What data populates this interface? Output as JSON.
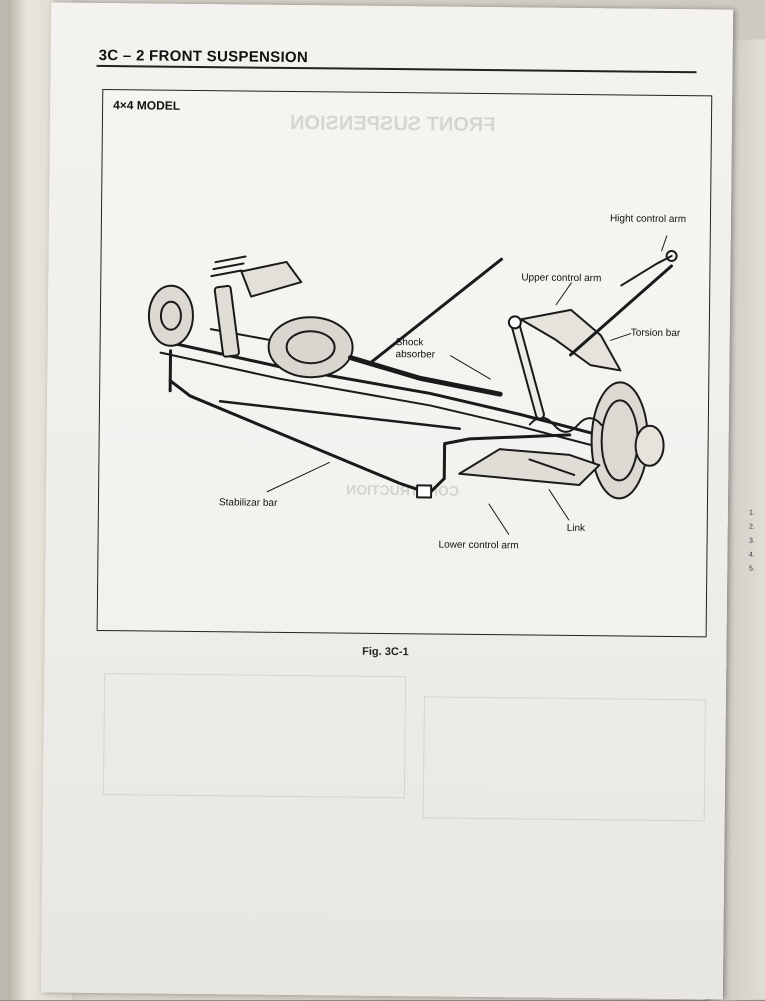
{
  "header": {
    "title": "3C – 2 FRONT SUSPENSION"
  },
  "figure": {
    "model_label": "4×4 MODEL",
    "caption": "Fig. 3C-1",
    "labels": {
      "hight_control_arm": "Hight control arm",
      "upper_control_arm": "Upper control arm",
      "torsion_bar": "Torsion bar",
      "shock_absorber_1": "Shock",
      "shock_absorber_2": "absorber",
      "stabilizar_bar": "Stabilizar bar",
      "link": "Link",
      "lower_control_arm": "Lower control arm"
    }
  },
  "bleed_through": {
    "heading_1": "FRONT SUSPENSION",
    "heading_2": "CONSTRUCTION"
  },
  "adjacent_page": {
    "items": [
      "1.",
      "2.",
      "3.",
      "4.",
      "5."
    ]
  }
}
